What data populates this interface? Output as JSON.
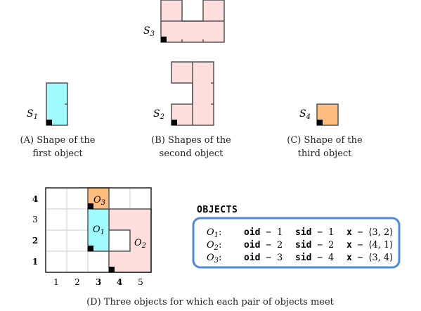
{
  "colors": {
    "cyan": "#9ffbff",
    "pink": "#ffdede",
    "orange": "#ffbe7e",
    "box_border": "#4d8bd9",
    "outline": "#555555",
    "grid": "#cccccc"
  },
  "shapes": {
    "s1": {
      "sym": "S",
      "sub": "1"
    },
    "s2": {
      "sym": "S",
      "sub": "2"
    },
    "s3": {
      "sym": "S",
      "sub": "3"
    },
    "s4": {
      "sym": "S",
      "sub": "4"
    }
  },
  "captions": {
    "a": [
      "(A) Shape of the",
      "first object"
    ],
    "b": [
      "(B) Shapes of the",
      "second object"
    ],
    "c": [
      "(C) Shape of the",
      "third object"
    ],
    "d": "(D) Three objects for which each pair of objects meet"
  },
  "grid": {
    "x_ticks": [
      "1",
      "2",
      "3",
      "4",
      "5"
    ],
    "x_bold": [
      false,
      false,
      true,
      true,
      false
    ],
    "y_ticks": [
      "4",
      "3",
      "2",
      "1"
    ],
    "y_bold": [
      true,
      false,
      true,
      true
    ],
    "objects": [
      {
        "sym": "O",
        "sub": "1"
      },
      {
        "sym": "O",
        "sub": "2"
      },
      {
        "sym": "O",
        "sub": "3"
      }
    ]
  },
  "objects_box": {
    "title": "OBJECTS",
    "rows": [
      {
        "obj_sym": "O",
        "obj_sub": "1",
        "oid_kw": "oid",
        "oid_val": "1",
        "sid_kw": "sid",
        "sid_val": "1",
        "x_kw": "x",
        "x_val": "⟨3, 2⟩"
      },
      {
        "obj_sym": "O",
        "obj_sub": "2",
        "oid_kw": "oid",
        "oid_val": "2",
        "sid_kw": "sid",
        "sid_val": "2",
        "x_kw": "x",
        "x_val": "⟨4, 1⟩"
      },
      {
        "obj_sym": "O",
        "obj_sub": "3",
        "oid_kw": "oid",
        "oid_val": "3",
        "sid_kw": "sid",
        "sid_val": "4",
        "x_kw": "x",
        "x_val": "⟨3, 4⟩"
      }
    ]
  }
}
